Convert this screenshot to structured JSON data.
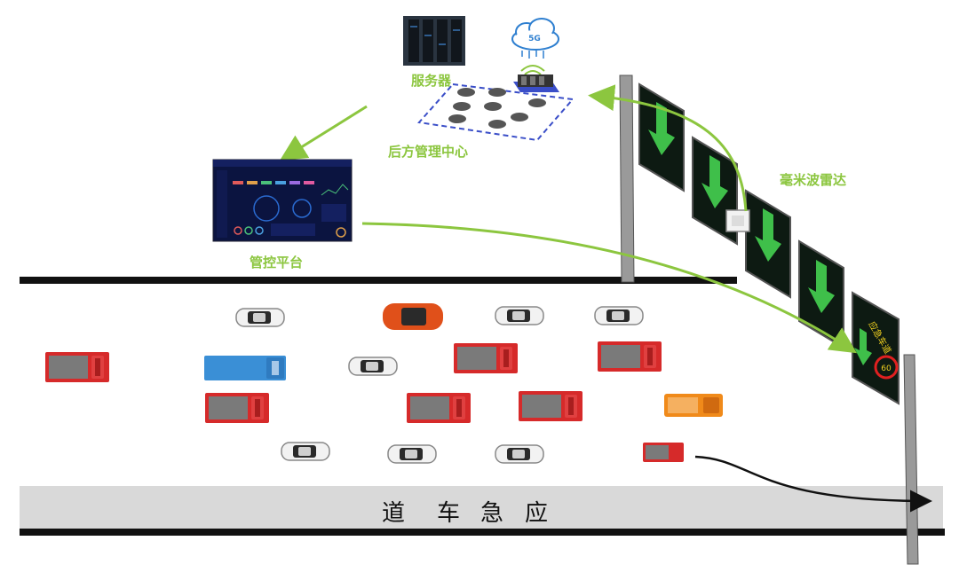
{
  "labels": {
    "server": "服务器",
    "backend": "后方管理中心",
    "platform": "管控平台",
    "radar": "毫米波雷达",
    "cloud": "5G"
  },
  "lane": {
    "chars": [
      "道",
      "车",
      "急",
      "应"
    ]
  },
  "sign": {
    "text": "应急车道",
    "speed": "60"
  },
  "colors": {
    "accent": "#8cc63f",
    "sign_board": "#0d1a12",
    "arrow": "#3fbf4a",
    "truck_red": "#d62a2a",
    "truck_blue": "#3a8fd6",
    "truck_orange": "#f08a1a"
  }
}
